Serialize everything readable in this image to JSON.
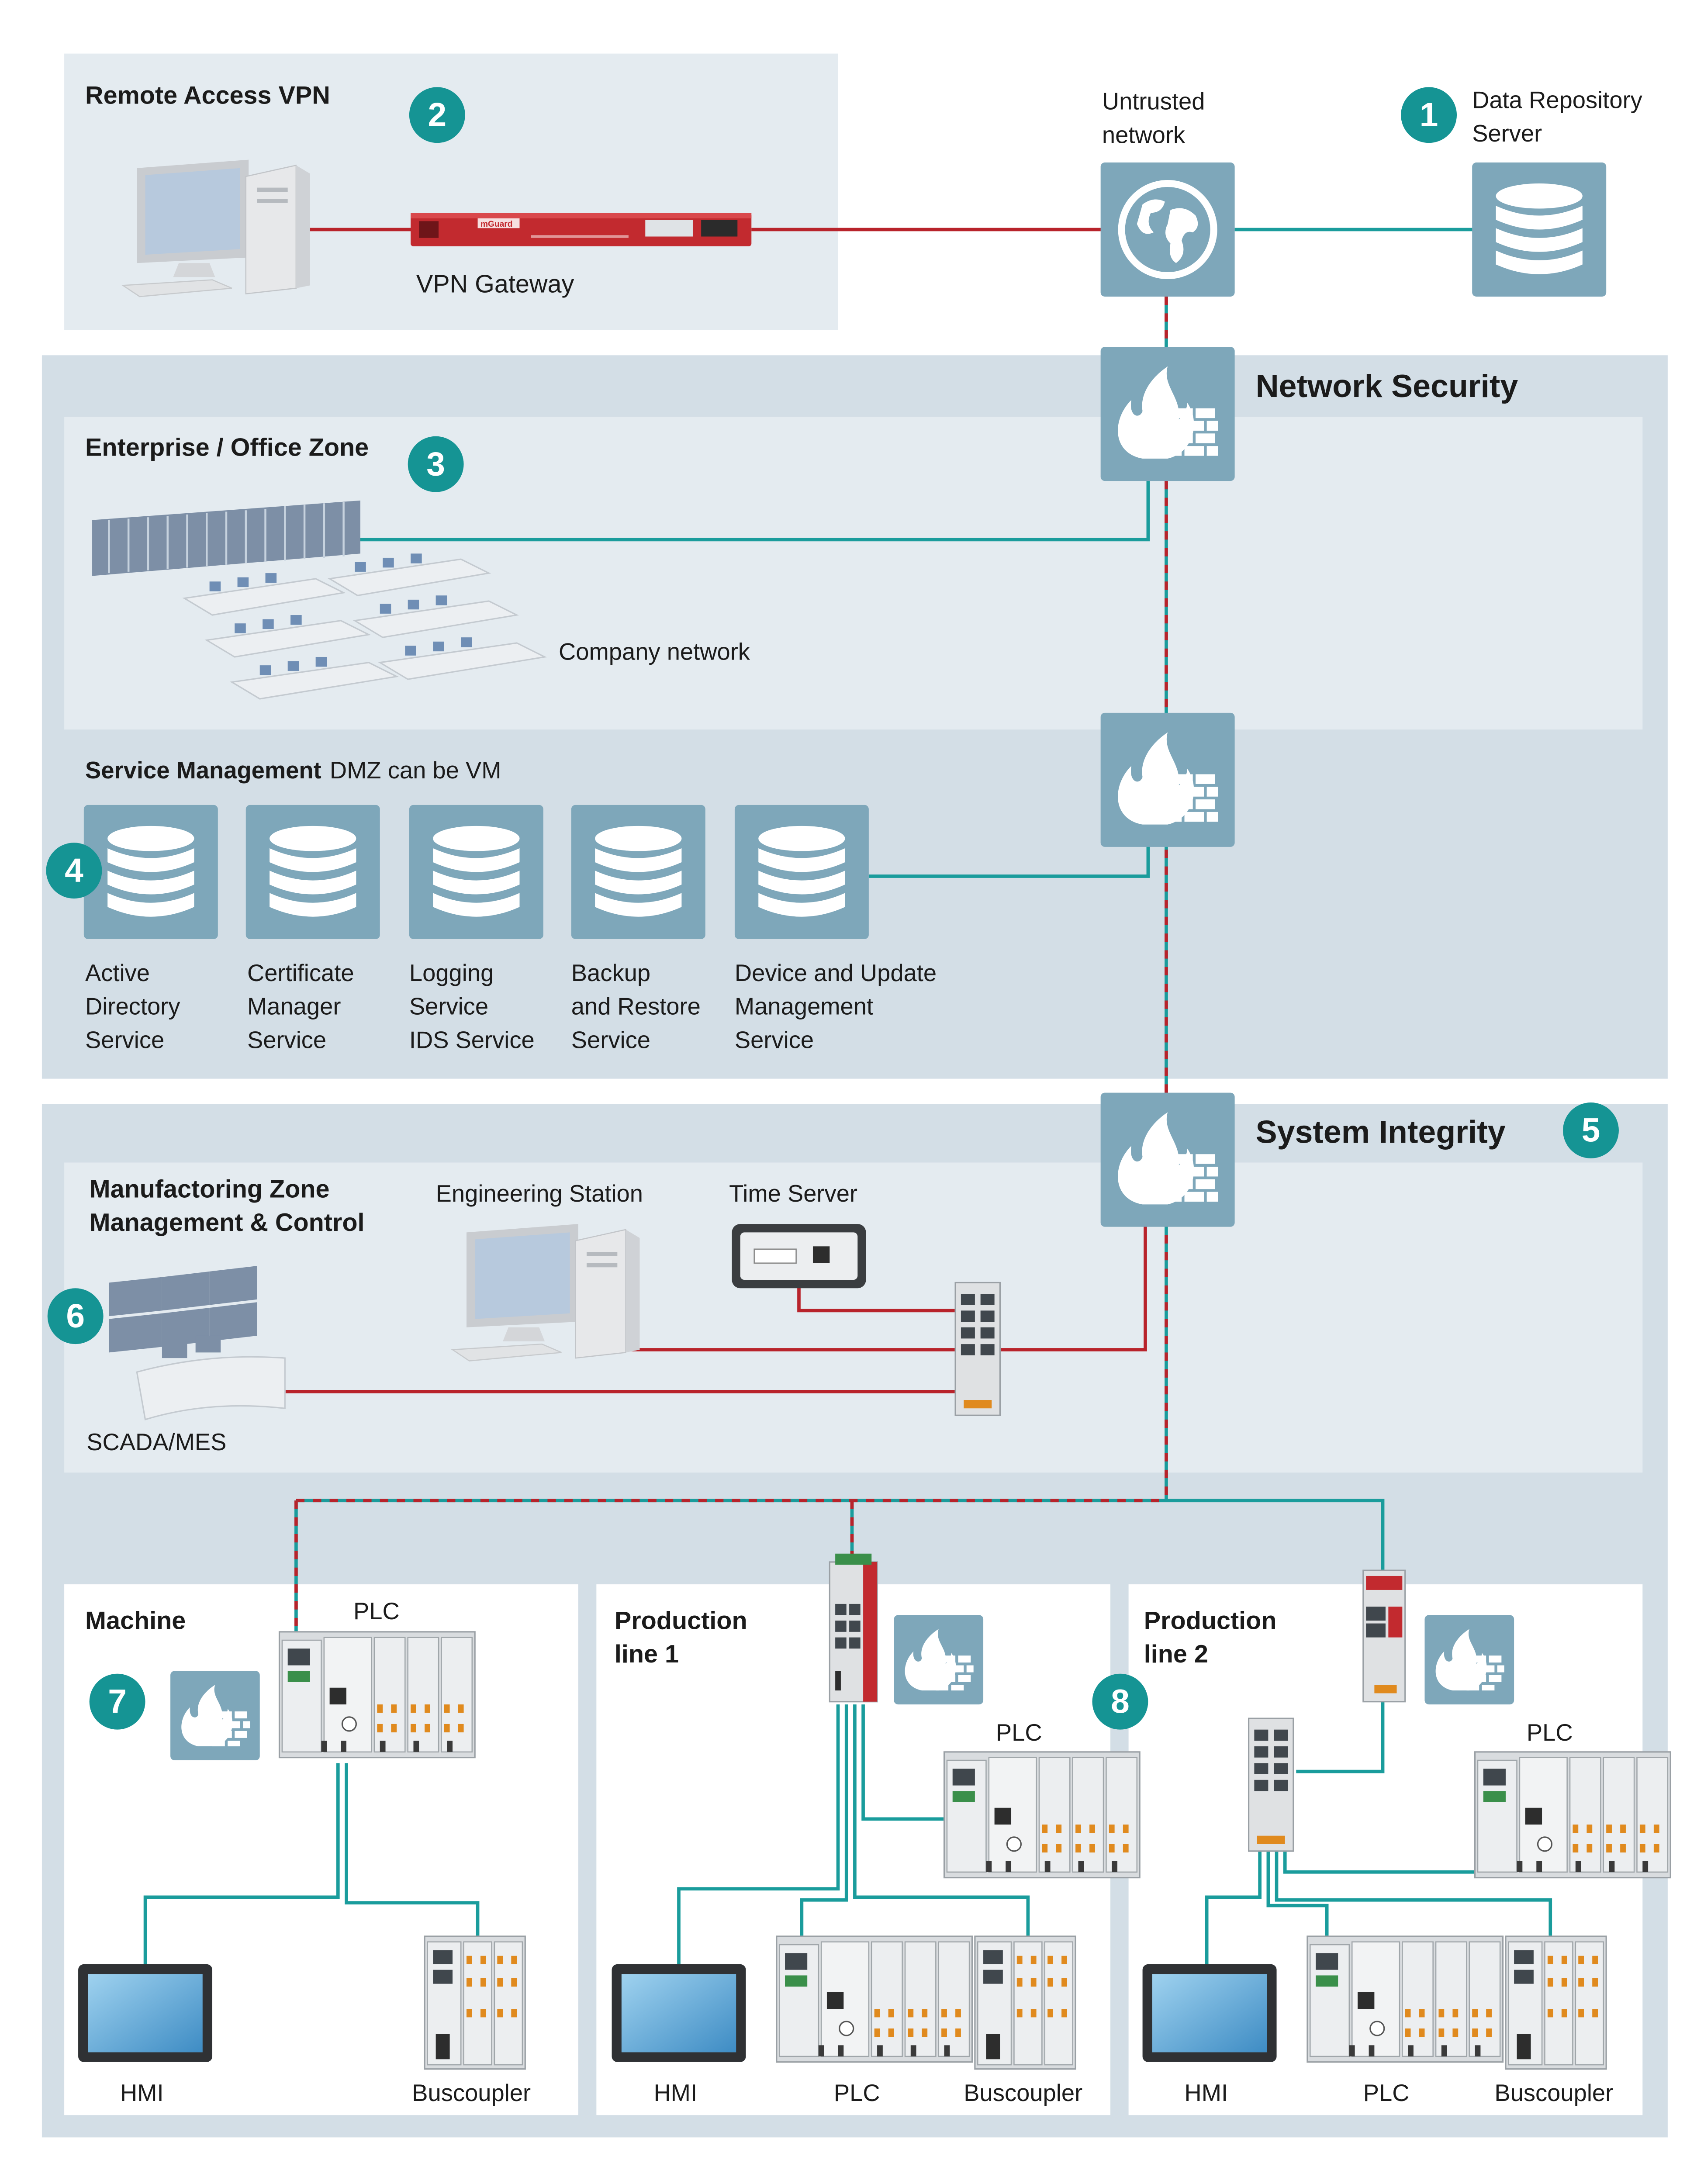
{
  "colors": {
    "teal": "#1a9c9c",
    "red": "#b8232b",
    "panel_outer": "#d3dee6",
    "panel_inner": "#e4ebf0",
    "panel_white": "#ffffff",
    "icon_tile": "#7ea7ba",
    "badge": "#159494"
  },
  "badges": {
    "b1": "1",
    "b2": "2",
    "b3": "3",
    "b4": "4",
    "b5": "5",
    "b6": "6",
    "b7": "7",
    "b8": "8"
  },
  "remote_access": {
    "title": "Remote Access VPN",
    "gateway_label": "VPN Gateway",
    "gateway_brand": "mGuard"
  },
  "untrusted": {
    "line1": "Untrusted",
    "line2": "network"
  },
  "data_repository": {
    "line1": "Data Repository",
    "line2": "Server"
  },
  "network_security": {
    "title": "Network Security"
  },
  "enterprise": {
    "title": "Enterprise / Office Zone",
    "company_network": "Company network"
  },
  "service_management": {
    "title_bold": "Service Management",
    "title_rest": "DMZ can be VM",
    "services": [
      {
        "line1": "Active",
        "line2": "Directory",
        "line3": "Service"
      },
      {
        "line1": "Certificate",
        "line2": "Manager",
        "line3": "Service"
      },
      {
        "line1": "Logging",
        "line2": "Service",
        "line3": "IDS Service"
      },
      {
        "line1": "Backup",
        "line2": "and Restore",
        "line3": "Service"
      },
      {
        "line1": "Device and Update",
        "line2": "Management",
        "line3": "Service"
      }
    ]
  },
  "system_integrity": {
    "title": "System Integrity"
  },
  "manufacturing": {
    "title_line1": "Manufactoring Zone",
    "title_line2": "Management & Control",
    "engineering_station": "Engineering Station",
    "time_server": "Time Server",
    "scada": "SCADA/MES"
  },
  "machine": {
    "title": "Machine",
    "plc": "PLC",
    "hmi": "HMI",
    "buscoupler": "Buscoupler"
  },
  "production_line_1": {
    "title_line1": "Production",
    "title_line2": "line 1",
    "plc_top": "PLC",
    "hmi": "HMI",
    "plc": "PLC",
    "buscoupler": "Buscoupler"
  },
  "production_line_2": {
    "title_line1": "Production",
    "title_line2": "line 2",
    "plc_top": "PLC",
    "hmi": "HMI",
    "plc": "PLC",
    "buscoupler": "Buscoupler"
  }
}
